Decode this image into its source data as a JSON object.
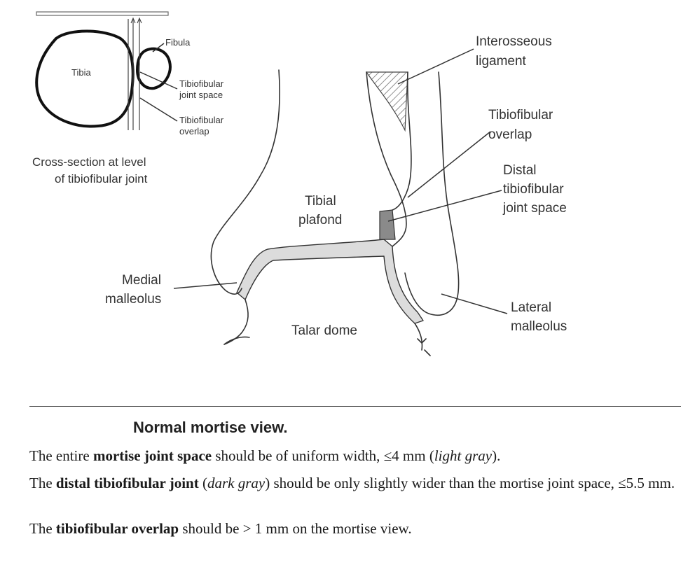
{
  "inset": {
    "labels": {
      "tibia": "Tibia",
      "fibula": "Fibula",
      "joint_space_l1": "Tibiofibular",
      "joint_space_l2": "joint space",
      "overlap_l1": "Tibiofibular",
      "overlap_l2": "overlap"
    },
    "caption_l1": "Cross-section at level",
    "caption_l2": "of tibiofibular joint"
  },
  "main": {
    "labels": {
      "interosseous_l1": "Interosseous",
      "interosseous_l2": "ligament",
      "overlap_l1": "Tibiofibular",
      "overlap_l2": "overlap",
      "distal_l1": "Distal",
      "distal_l2": "tibiofibular",
      "distal_l3": "joint space",
      "plafond_l1": "Tibial",
      "plafond_l2": "plafond",
      "medial_l1": "Medial",
      "medial_l2": "malleolus",
      "lateral_l1": "Lateral",
      "lateral_l2": "malleolus",
      "talar_dome": "Talar dome"
    },
    "colors": {
      "mortise_fill": "#dcdcdc",
      "distal_joint_fill": "#8a8a8a"
    }
  },
  "caption": {
    "title": "Normal mortise view.",
    "line1": {
      "a": "The entire ",
      "b": "mortise joint space",
      "c": " should be of uniform width, ≤4 mm (",
      "d": "light gray",
      "e": ")."
    },
    "line2": {
      "a": "The ",
      "b": "distal tibiofibular joint",
      "c": " (",
      "d": "dark gray",
      "e": ") should be only slightly wider than the mortise joint space, ≤5.5 mm."
    },
    "line3": {
      "a": "The ",
      "b": "tibiofibular overlap",
      "c": " should be > 1 mm on the mortise view."
    }
  }
}
